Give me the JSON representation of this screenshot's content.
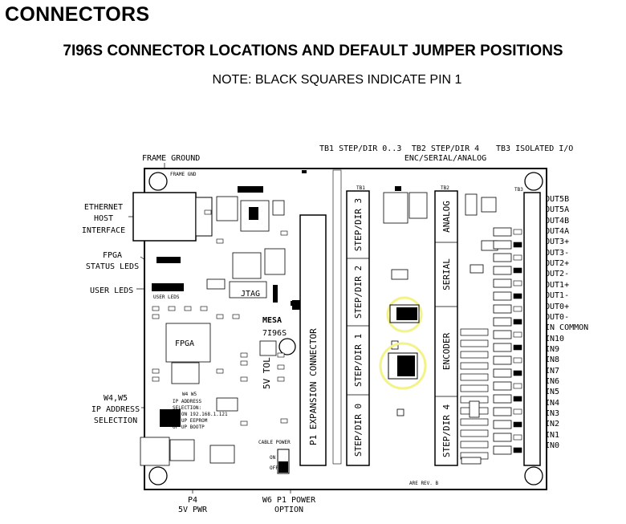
{
  "title": "CONNECTORS",
  "subtitle": "7I96S CONNECTOR LOCATIONS AND DEFAULT JUMPER POSITIONS",
  "note": "NOTE: BLACK SQUARES INDICATE PIN 1",
  "top_labels": {
    "frame_ground": "FRAME GROUND",
    "tb1": "TB1 STEP/DIR 0..3",
    "tb2_line1": "TB2 STEP/DIR 4",
    "tb2_line2": "ENC/SERIAL/ANALOG",
    "tb3": "TB3 ISOLATED I/O"
  },
  "left_labels": {
    "ethernet": [
      "ETHERNET",
      "HOST",
      "INTERFACE"
    ],
    "fpga_status": [
      "FPGA",
      "STATUS LEDS"
    ],
    "user_leds": "USER LEDS",
    "ip_select": [
      "W4,W5",
      "IP ADDRESS",
      "SELECTION"
    ]
  },
  "bottom_labels": {
    "p4": [
      "P4",
      "5V PWR"
    ],
    "w6": [
      "W6 P1 POWER",
      "OPTION"
    ]
  },
  "board": {
    "fpga": "FPGA",
    "jtag": "JTAG",
    "brand": "MESA",
    "model": "7I96S",
    "p1_connector": "P1 EXPANSION CONNECTOR",
    "vtol": "5V TOL",
    "cable_power": "CABLE POWER",
    "on": "ON",
    "off": "OFF",
    "rev": "ARE REV. B",
    "ip_notes": [
      "IP ADDRESS",
      "SELECTION:",
      "ON ON 192.168.1.121",
      "ON UP EEPROM",
      "UP UP BOOTP"
    ],
    "wlw5": "W4 W5",
    "usr_leds": "USER LEDS",
    "frame_gnd": "FRAME GND",
    "tb1_sections": [
      "STEP/DIR 3",
      "STEP/DIR 2",
      "STEP/DIR 1",
      "STEP/DIR 0"
    ],
    "tb2_sections": [
      "ANALOG",
      "SERIAL",
      "ENCODER",
      "STEP/DIR 4"
    ],
    "tb1_label": "TB1",
    "tb2_label": "TB2",
    "tb3_label": "TB3"
  },
  "tb3_pins": [
    "OUT5B",
    "OUT5A",
    "OUT4B",
    "OUT4A",
    "OUT3+",
    "OUT3-",
    "OUT2+",
    "OUT2-",
    "OUT1+",
    "OUT1-",
    "OUT0+",
    "OUT0-",
    "IN COMMON",
    "IN10",
    "IN9",
    "IN8",
    "IN7",
    "IN6",
    "IN5",
    "IN4",
    "IN3",
    "IN2",
    "IN1",
    "IN0"
  ],
  "highlight_color": "#f3f38a"
}
